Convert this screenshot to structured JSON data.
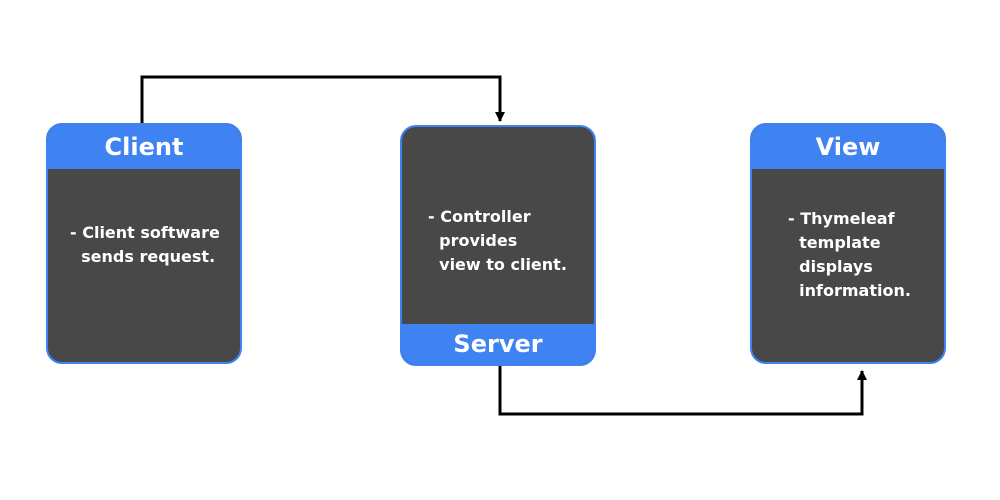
{
  "boxes": {
    "client": {
      "title": "Client",
      "description": "- Client software\n  sends request."
    },
    "server": {
      "title": "Server",
      "description": "- Controller\n  provides\n  view to client."
    },
    "view": {
      "title": "View",
      "description": "- Thymeleaf\n  template\n  displays\n  information."
    }
  },
  "colors": {
    "accent": "#3f82f2",
    "box_fill": "#484848",
    "text": "#ffffff",
    "connector": "#000000"
  }
}
